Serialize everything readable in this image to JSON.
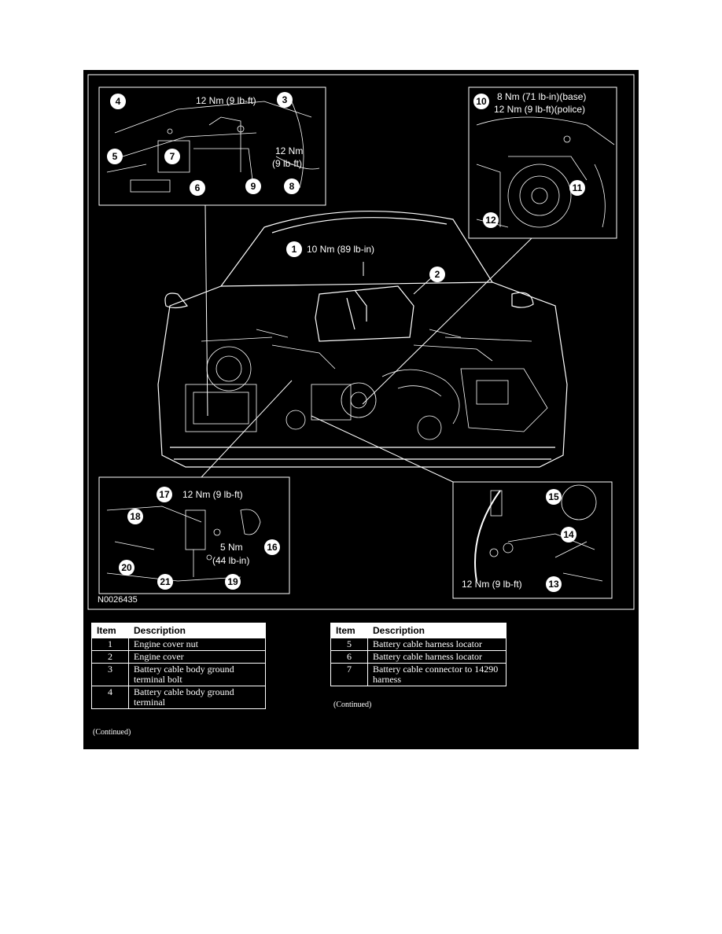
{
  "figure_id": "N0026435",
  "callouts": {
    "c1": "1",
    "c2": "2",
    "c3": "3",
    "c4": "4",
    "c5": "5",
    "c6": "6",
    "c7": "7",
    "c8": "8",
    "c9": "9",
    "c10": "10",
    "c11": "11",
    "c12": "12",
    "c13": "13",
    "c14": "14",
    "c15": "15",
    "c16": "16",
    "c17": "17",
    "c18": "18",
    "c19": "19",
    "c20": "20",
    "c21": "21"
  },
  "torque": {
    "t1": "10 Nm (89 lb-in)",
    "t3": "12 Nm (9 lb-ft)",
    "t8a": "12 Nm",
    "t8b": "(9 lb-ft)",
    "t10a": "8 Nm (71 lb-in)(base)",
    "t10b": "12 Nm (9 lb-ft)(police)",
    "t13": "12 Nm (9 lb-ft)",
    "t16a": "5 Nm",
    "t16b": "(44 lb-in)",
    "t17": "12 Nm (9 lb-ft)"
  },
  "table_left": {
    "header_item": "Item",
    "header_desc": "Description",
    "rows": [
      {
        "item": "1",
        "desc": "Engine cover nut"
      },
      {
        "item": "2",
        "desc": "Engine cover"
      },
      {
        "item": "3",
        "desc": "Battery cable body ground terminal bolt"
      },
      {
        "item": "4",
        "desc": "Battery cable body ground terminal"
      }
    ],
    "continued": "(Continued)"
  },
  "table_right": {
    "header_item": "Item",
    "header_desc": "Description",
    "rows": [
      {
        "item": "5",
        "desc": "Battery cable harness locator"
      },
      {
        "item": "6",
        "desc": "Battery cable harness locator"
      },
      {
        "item": "7",
        "desc": "Battery cable connector to 14290 harness"
      }
    ],
    "continued": "(Continued)"
  }
}
